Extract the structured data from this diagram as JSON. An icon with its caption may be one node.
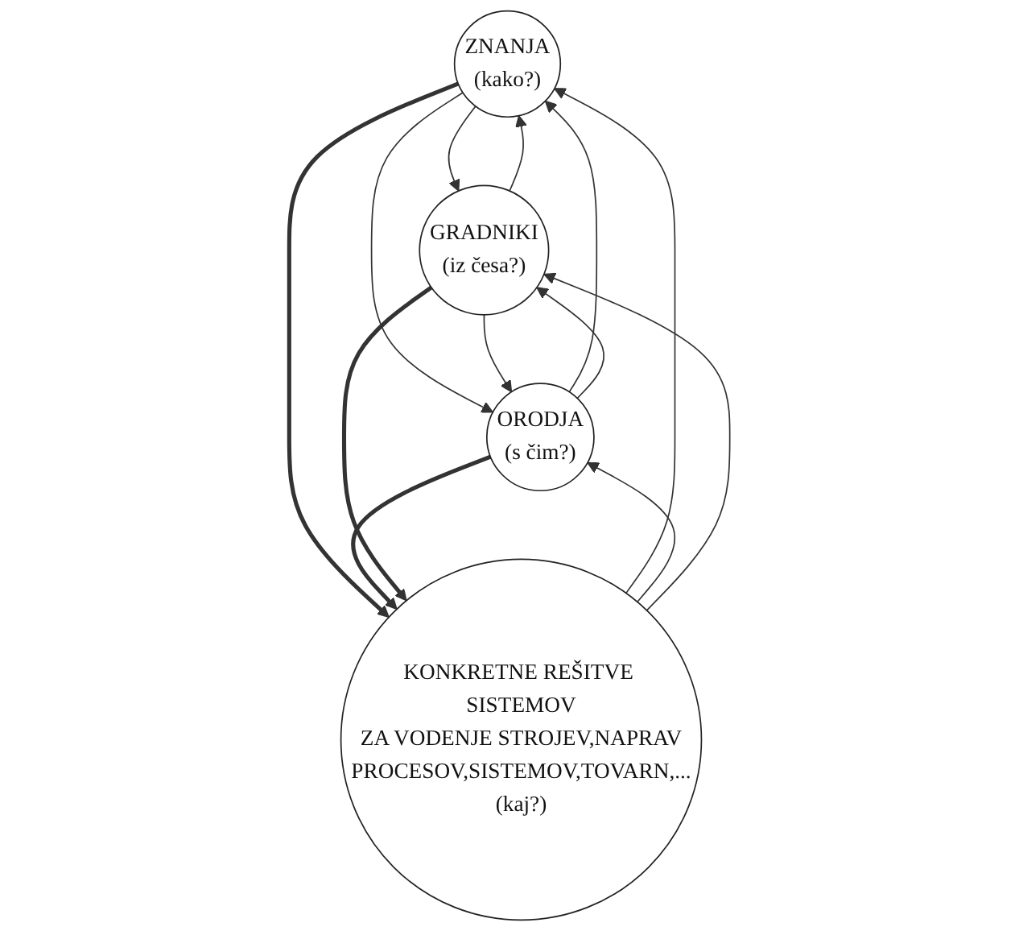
{
  "diagram": {
    "nodes": [
      {
        "text": [
          "ZNANJA",
          "(kako?)"
        ]
      },
      {
        "text": [
          "ORODJA",
          "(s čim?)"
        ]
      },
      {
        "text": [
          "GRADNIKI",
          "(iz česa?)"
        ]
      },
      {
        "text": [
          "KONKRETNE REŠITVE SISTEMOV ZA VODENJE STROJEV,NAPRAV PROCESOV,SISTEMOV,TOVARN,...",
          "(kaj?)"
        ]
      }
    ],
    "edges": [
      {
        "from": 2,
        "to": 0,
        "arrow": "to"
      },
      {
        "from": 0,
        "to": 2,
        "arrow": "to"
      },
      {
        "from": 1,
        "to": 0,
        "arrow": "to"
      },
      {
        "from": 0,
        "to": 1,
        "arrow": "to"
      },
      {
        "from": 2,
        "to": 1,
        "arrow": "to"
      },
      {
        "from": 1,
        "to": 2,
        "arrow": "to"
      },
      {
        "from": 0,
        "to": 3,
        "arrow": "to",
        "style": "thick"
      },
      {
        "from": 3,
        "to": 0,
        "arrow": "to"
      },
      {
        "from": 1,
        "to": 3,
        "arrow": "to",
        "style": "thick"
      },
      {
        "from": 3,
        "to": 1,
        "arrow": "to"
      },
      {
        "from": 2,
        "to": 3,
        "arrow": "to",
        "style": "thick"
      },
      {
        "from": 3,
        "to": 2,
        "arrow": "to"
      }
    ]
  }
}
